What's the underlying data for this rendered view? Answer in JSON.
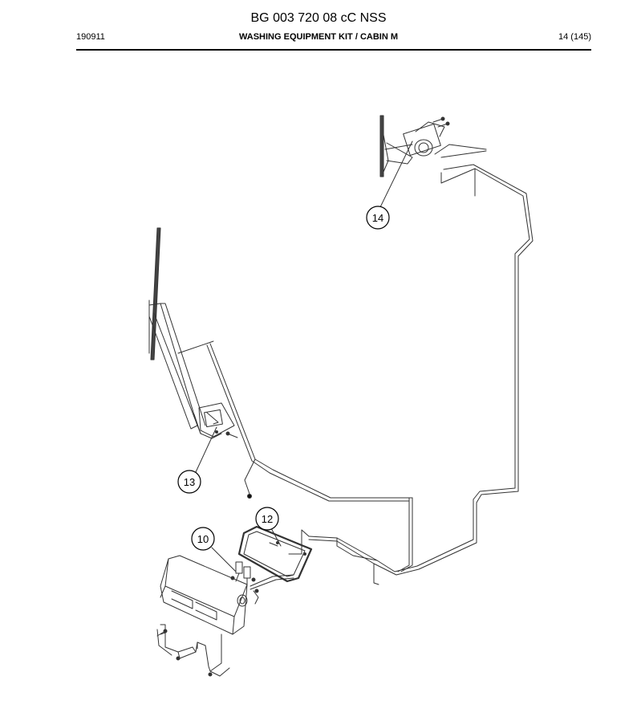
{
  "header": {
    "document_code": "BG 003 720 08 cC NSS",
    "date_code": "190911",
    "section_title": "WASHING EQUIPMENT KIT / CABIN M",
    "page_number": "14 (145)"
  },
  "callouts": [
    {
      "id": "callout-14",
      "label": "14"
    },
    {
      "id": "callout-13",
      "label": "13"
    },
    {
      "id": "callout-12",
      "label": "12"
    },
    {
      "id": "callout-10",
      "label": "10"
    }
  ]
}
